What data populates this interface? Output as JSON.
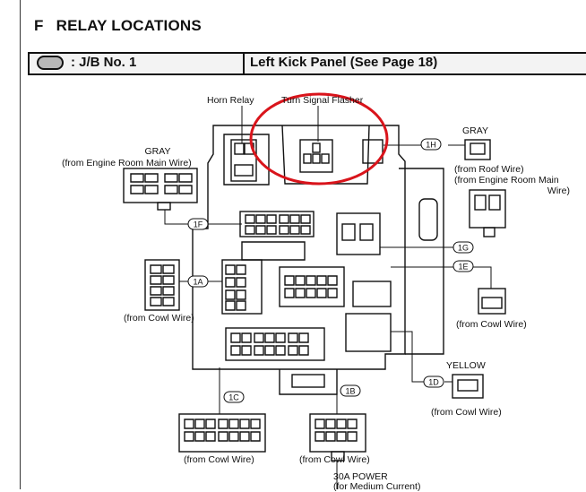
{
  "section": {
    "letter": "F",
    "title": "RELAY LOCATIONS"
  },
  "header": {
    "junction_block": ": J/B No. 1",
    "location": "Left Kick Panel (See Page 18)"
  },
  "labels": {
    "horn_relay": "Horn Relay",
    "turn_signal_flasher": "Turn Signal Flasher",
    "gray_left": "GRAY",
    "engine_room_left": "(from Engine Room Main Wire)",
    "gray_right": "GRAY",
    "roof_wire": "(from Roof Wire)",
    "engine_room_right_1": "(from Engine Room Main",
    "engine_room_right_2": "Wire)",
    "cowl_left": "(from Cowl Wire)",
    "cowl_right": "(from Cowl Wire)",
    "yellow": "YELLOW",
    "cowl_yellow": "(from Cowl Wire)",
    "cowl_bottom_left": "(from Cowl Wire)",
    "cowl_bottom_center": "(from Cowl Wire)",
    "power_30a": "30A POWER",
    "medium_current": "(for Medium Current)"
  },
  "connector_codes": [
    "1H",
    "1F",
    "1A",
    "1G",
    "1E",
    "1C",
    "1B",
    "1D"
  ],
  "highlight_color": "#d9141b"
}
